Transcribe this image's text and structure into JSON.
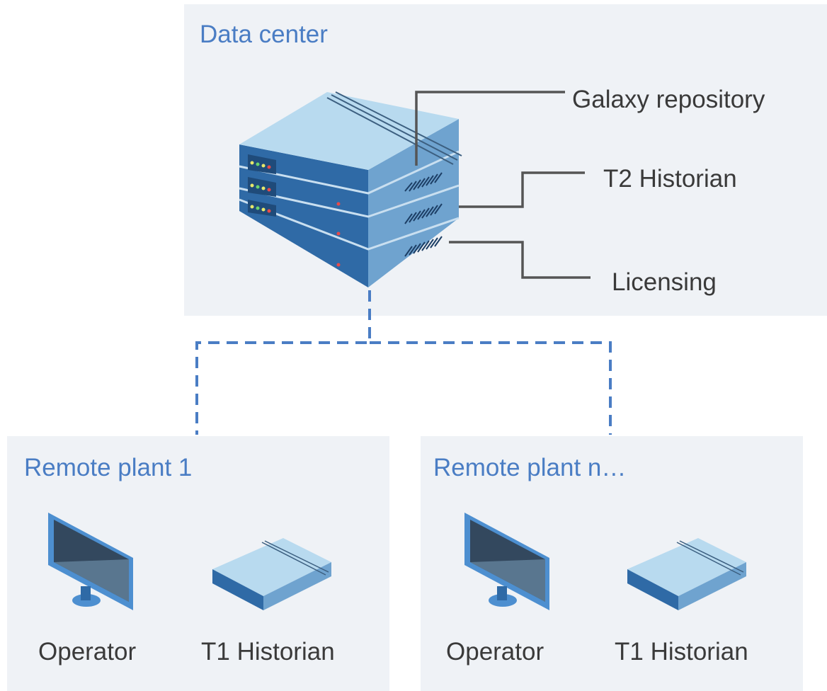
{
  "data_center": {
    "title": "Data center",
    "roles": {
      "galaxy_repository": "Galaxy repository",
      "t2_historian": "T2 Historian",
      "licensing": "Licensing"
    }
  },
  "remote_plants": [
    {
      "title": "Remote plant 1",
      "operator_label": "Operator",
      "historian_label": "T1 Historian"
    },
    {
      "title": "Remote plant n…",
      "operator_label": "Operator",
      "historian_label": "T1 Historian"
    }
  ],
  "colors": {
    "panel_background": "#eff2f6",
    "title_text": "#4a7dc4",
    "label_text": "#3a3a3a",
    "connector_dashed": "#4a7dc4",
    "leader_line": "#555555",
    "server_top": "#b8daef",
    "server_front": "#2f6aa6",
    "server_side": "#6fa3cf",
    "monitor_screen": "#33485e",
    "monitor_frame": "#4d8fd0"
  }
}
